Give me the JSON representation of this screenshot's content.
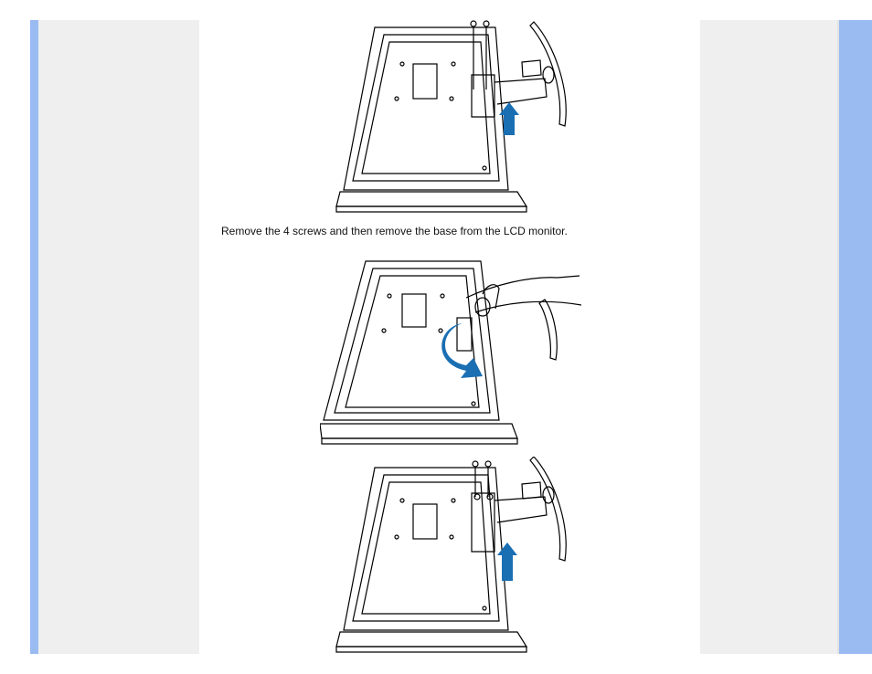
{
  "caption": "Remove the 4 screws and then remove the base from the LCD monitor.",
  "colors": {
    "accent_stripe": "#99bbf2",
    "side_panel": "#efefef",
    "arrow": "#1a6fb3"
  },
  "figures": [
    {
      "name": "monitor-back-lift-base",
      "icon": "up-arrow"
    },
    {
      "name": "monitor-back-unscrew",
      "icon": "rotate-arrow"
    },
    {
      "name": "monitor-back-remove-screws",
      "icon": "up-arrow"
    }
  ]
}
